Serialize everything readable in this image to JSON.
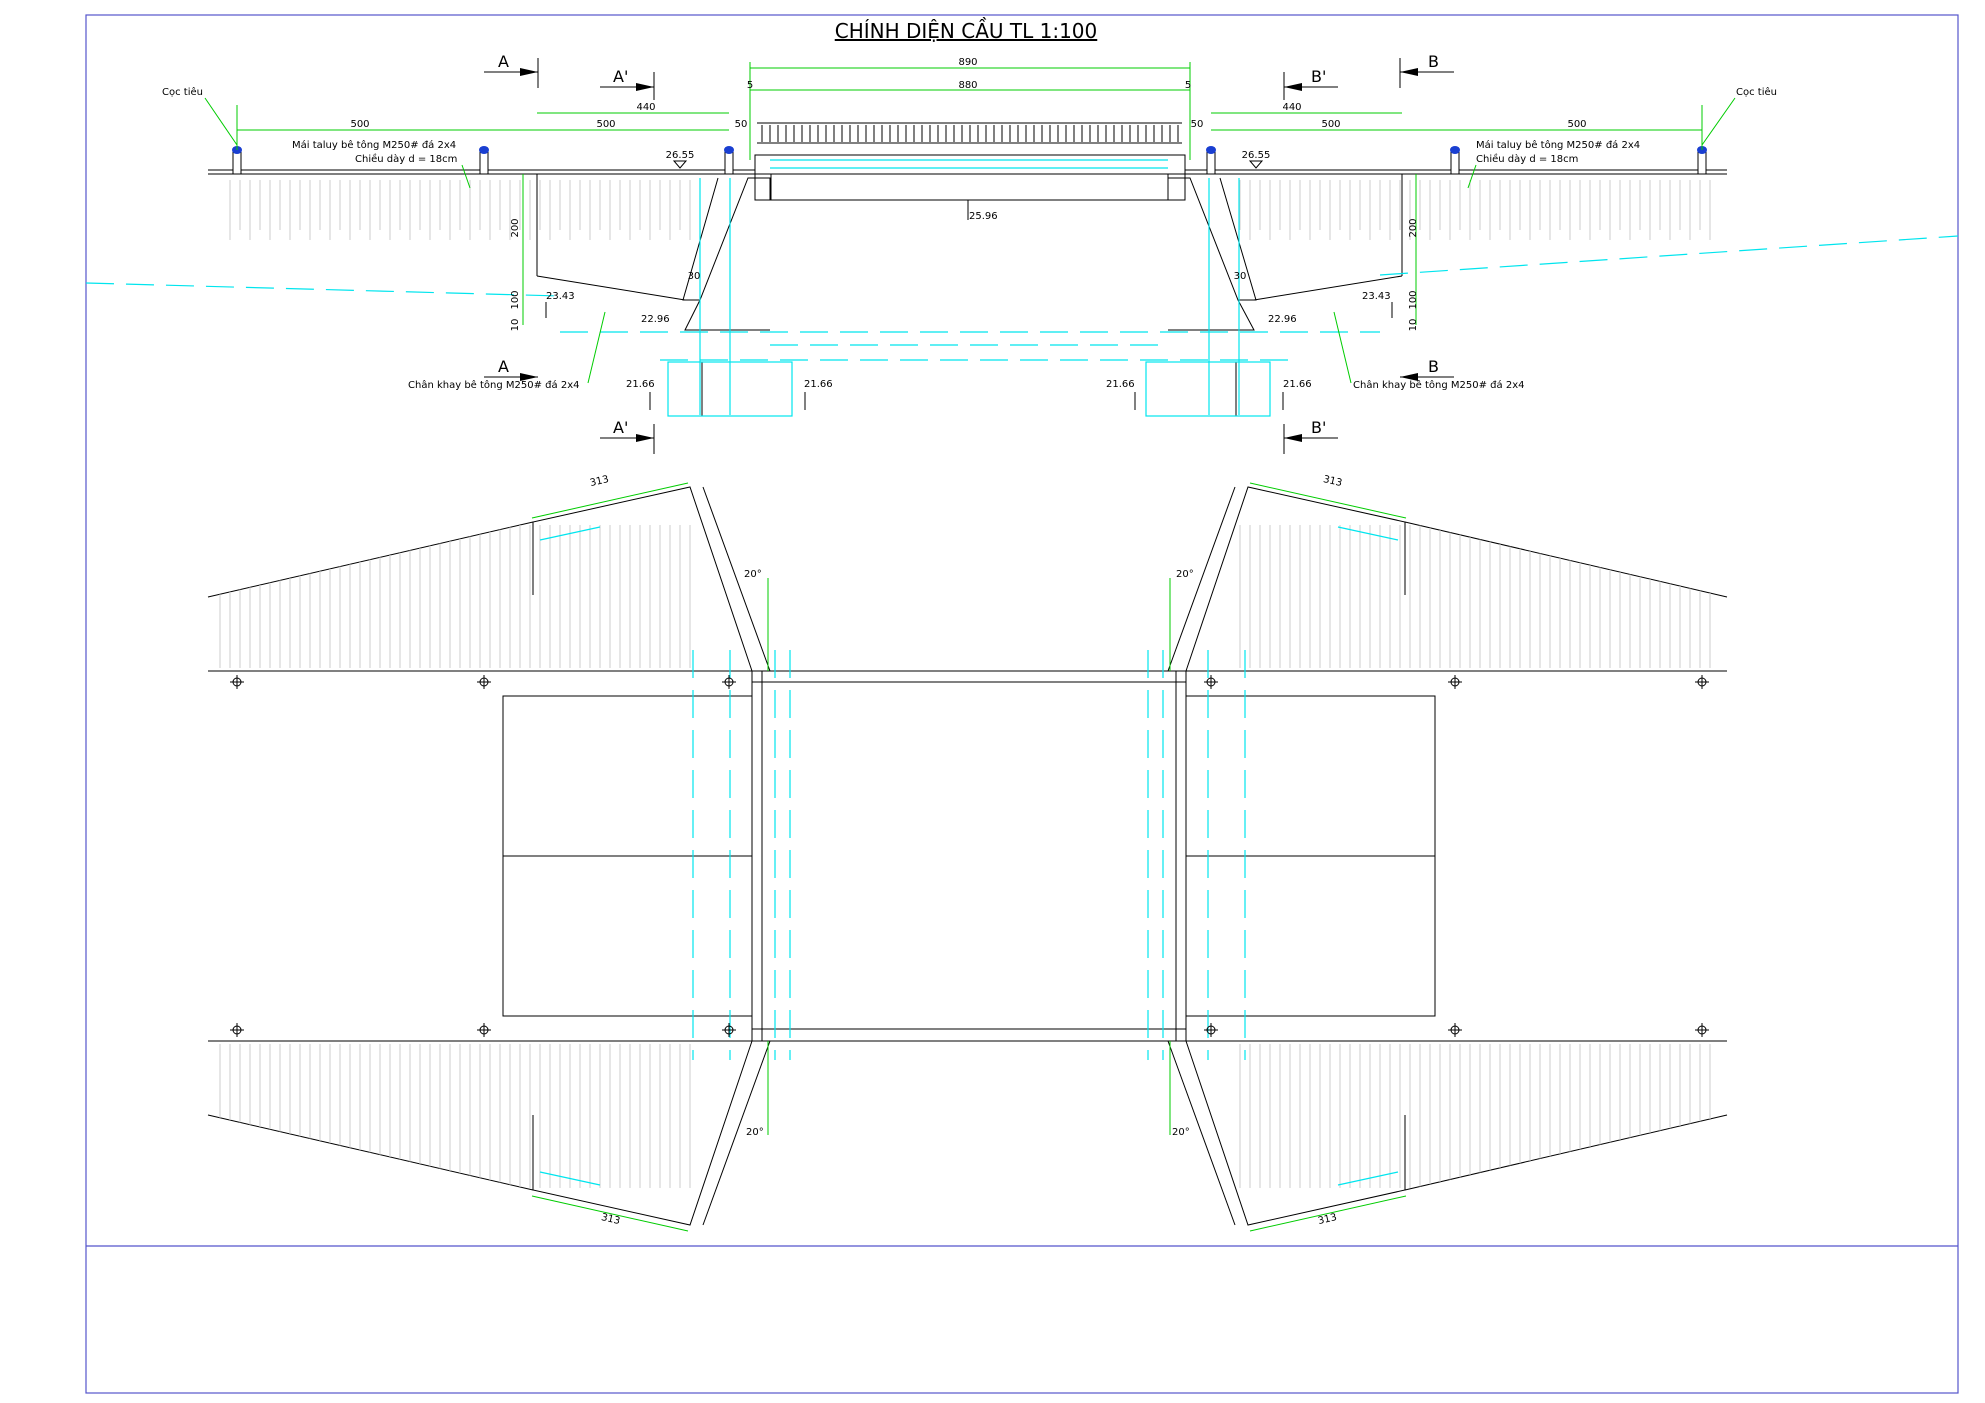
{
  "title": "CHÍNH DIỆN CẦU TL 1:100",
  "dims": {
    "span_total": "890",
    "span_inner": "880",
    "edge": "5",
    "approach_left_outer": "500",
    "approach_left_inner": "500",
    "approach_right_outer": "500",
    "approach_right_inner": "500",
    "wing_left": "440",
    "wing_right": "440",
    "gap": "50",
    "height_200": "200",
    "height_100": "100",
    "height_10": "10",
    "offset_30": "30",
    "wing_plan": "313",
    "angle": "20°"
  },
  "levels": {
    "road": "26.55",
    "soffit": "25.96",
    "slope_toe": "23.43",
    "abutment_toe": "22.96",
    "foundation": "21.66"
  },
  "labels": {
    "marker_post": "Cọc tiêu",
    "slope_line1": "Mái taluy bê tông M250# đá 2x4",
    "slope_line2": "Chiều dày d = 18cm",
    "toe_wall": "Chân khay bê tông M250# đá 2x4"
  },
  "sections": {
    "a": "A",
    "a_prime": "A'",
    "b": "B",
    "b_prime": "B'"
  },
  "colors": {
    "dimension": "#00cc00",
    "hidden": "#00e5ee",
    "outline": "#000000",
    "frame": "#5555cc",
    "marker": "#1a3fd1"
  }
}
